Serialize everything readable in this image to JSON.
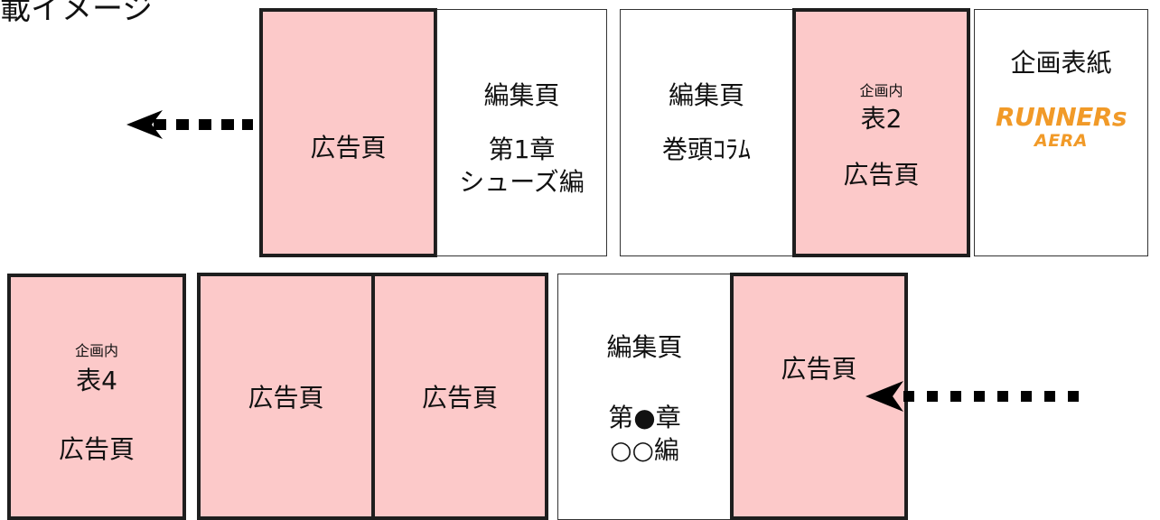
{
  "title": "載イメージ",
  "pages": {
    "ad_left": {
      "label": "広告頁"
    },
    "edit_ch1": {
      "line1": "編集頁",
      "line2": "第1章",
      "line3": "シューズ編"
    },
    "edit_column": {
      "line1": "編集頁",
      "line2": "巻頭ｺﾗﾑ"
    },
    "cover2_ad": {
      "small": "企画内",
      "line1": "表2",
      "line2": "広告頁"
    },
    "cover": {
      "line1": "企画表紙",
      "logo_line1": "RUNNERs",
      "logo_line2": "AERA"
    },
    "cover4_ad": {
      "small": "企画内",
      "line1": "表4",
      "line2": "広告頁"
    },
    "ad_b1": {
      "label": "広告頁"
    },
    "ad_b2": {
      "label": "広告頁"
    },
    "edit_chx": {
      "line1": "編集頁",
      "line2": "第●章",
      "line3": "○○編"
    },
    "ad_right": {
      "label": "広告頁"
    }
  },
  "colors": {
    "ad_fill": "#fcc9c9",
    "logo_orange": "#f19a28",
    "border": "#1e1e1e"
  },
  "arrows": [
    {
      "name": "left-arrow",
      "direction": "left",
      "style": "dotted"
    },
    {
      "name": "right-arrow",
      "direction": "left",
      "style": "dotted"
    }
  ]
}
